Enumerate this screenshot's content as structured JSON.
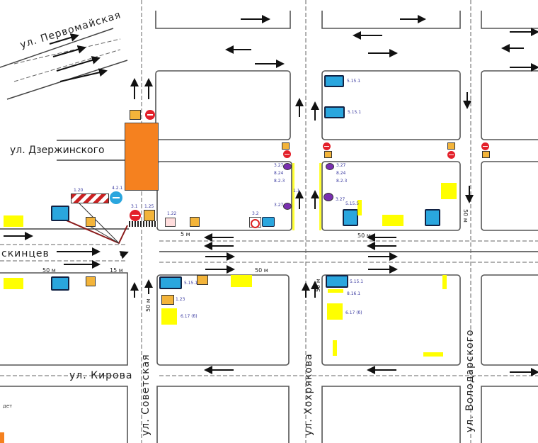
{
  "streets": {
    "pervomayskaya": "ул. Первомайская",
    "dzerzhinskogo": "ул. Дзержинского",
    "main": "скинцев",
    "kirova": "ул. Кирова",
    "sovetskaya": "ул. Советская",
    "khokhryakova": "ул. Хохрякова",
    "volodarskogo": "ул. Володарского"
  },
  "distances": [
    "5 м",
    "50 м",
    "15 м",
    "50 м",
    "50 м",
    "50 м",
    "50 м",
    "50 м"
  ],
  "sign_codes": {
    "no_entry": "3.1",
    "roadworks": "1.25",
    "lane_direction": "5.15.1",
    "no_stopping": "3.27",
    "tow_truck": "8.24",
    "zone": "8.2.3",
    "marking": "1.1",
    "detour": "6.17 (б)",
    "pedestrian": "1.22",
    "lane_end": "5.15.5",
    "barrier": "1.20",
    "pass_right": "4.2.1",
    "round": "3.2",
    "direction": "8.16.1",
    "children": "1.23"
  },
  "misc_text": "дет",
  "colors": {
    "construction": "#f5811f",
    "sign_blue": "#2aa6de",
    "detour_yellow": "#ffff00",
    "no_stopping": "#7a2fb0"
  }
}
